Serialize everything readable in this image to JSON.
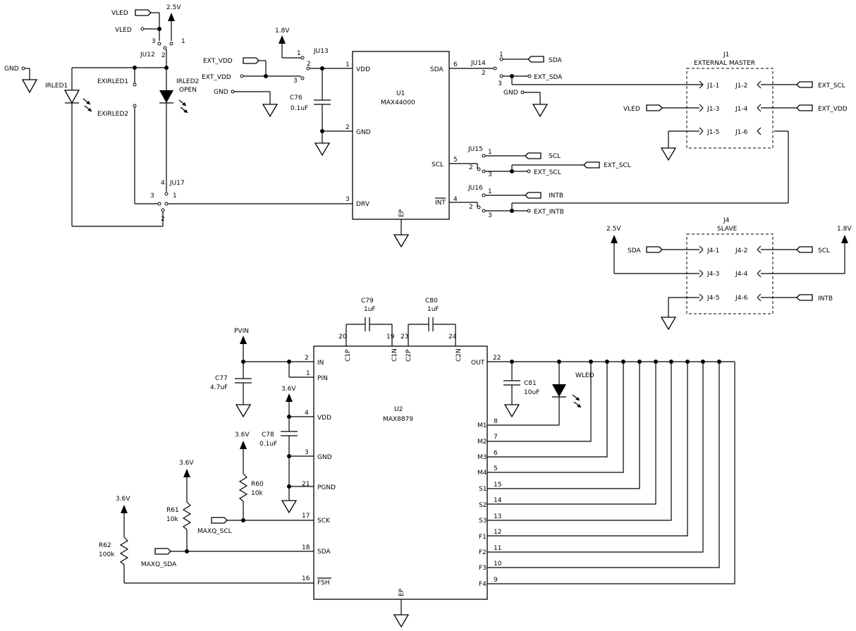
{
  "u1": {
    "ref": "U1",
    "part": "MAX44000",
    "pins": {
      "vdd": "VDD",
      "gnd": "GND",
      "drv": "DRV",
      "sda": "SDA",
      "scl": "SCL",
      "int": "INT",
      "ep": "EP"
    },
    "pin_nums": {
      "vdd": "1",
      "gnd": "2",
      "drv": "3",
      "sda": "6",
      "scl": "5",
      "int": "4"
    }
  },
  "u2": {
    "ref": "U2",
    "part": "MAX8879",
    "pins": {
      "in": "IN",
      "pin": "PIN",
      "vdd": "VDD",
      "gnd": "GND",
      "pgnd": "PGND",
      "sck": "SCK",
      "sda": "SDA",
      "fsh": "FSH",
      "c1p": "C1P",
      "c1n": "C1N",
      "c2p": "C2P",
      "c2n": "C2N",
      "out": "OUT",
      "ep": "EP",
      "m1": "M1",
      "m2": "M2",
      "m3": "M3",
      "m4": "M4",
      "s1": "S1",
      "s2": "S2",
      "s3": "S3",
      "f1": "F1",
      "f2": "F2",
      "f3": "F3",
      "f4": "F4"
    },
    "pin_nums": {
      "in": "2",
      "pin": "1",
      "vdd": "4",
      "gnd": "3",
      "pgnd": "21",
      "sck": "17",
      "sda": "18",
      "fsh": "16",
      "c1p": "20",
      "c1n": "19",
      "c2p": "23",
      "c2n": "24",
      "out": "22",
      "m1": "8",
      "m2": "7",
      "m3": "6",
      "m4": "5",
      "s1": "15",
      "s2": "14",
      "s3": "13",
      "f1": "12",
      "f2": "11",
      "f3": "10",
      "f4": "9"
    }
  },
  "caps": {
    "c76": {
      "ref": "C76",
      "val": "0.1uF"
    },
    "c77": {
      "ref": "C77",
      "val": "4.7uF"
    },
    "c78": {
      "ref": "C78",
      "val": "0.1uF"
    },
    "c79": {
      "ref": "C79",
      "val": "1uF"
    },
    "c80": {
      "ref": "C80",
      "val": "1uF"
    },
    "c81": {
      "ref": "C81",
      "val": "10uF"
    }
  },
  "resistors": {
    "r60": {
      "ref": "R60",
      "val": "10k"
    },
    "r61": {
      "ref": "R61",
      "val": "10k"
    },
    "r62": {
      "ref": "R62",
      "val": "100k"
    }
  },
  "jumpers": {
    "ju12": "JU12",
    "ju13": "JU13",
    "ju14": "JU14",
    "ju15": "JU15",
    "ju16": "JU16",
    "ju17": "JU17"
  },
  "pin_digits": {
    "one": "1",
    "two": "2",
    "three": "3",
    "four": "4"
  },
  "leds": {
    "irled1": "IRLED1",
    "irled2": "IRLED2",
    "open": "OPEN",
    "wled": "WLED"
  },
  "nets": {
    "vled": "VLED",
    "v25": "2.5V",
    "v18": "1.8V",
    "v36": "3.6V",
    "gnd": "GND",
    "ext_vdd": "EXT_VDD",
    "ext_sda": "EXT_SDA",
    "ext_scl": "EXT_SCL",
    "ext_intb": "EXT_INTB",
    "sda": "SDA",
    "scl": "SCL",
    "intb": "INTB",
    "exirled1": "EXIRLED1",
    "exirled2": "EXIRLED2",
    "pvin": "PVIN",
    "maxq_scl": "MAXQ_SCL",
    "maxq_sda": "MAXQ_SDA"
  },
  "j1": {
    "ref": "J1",
    "title": "EXTERNAL MASTER",
    "pins": [
      "J1-1",
      "J1-2",
      "J1-3",
      "J1-4",
      "J1-5",
      "J1-6"
    ]
  },
  "j4": {
    "ref": "J4",
    "title": "SLAVE",
    "pins": [
      "J4-1",
      "J4-2",
      "J4-3",
      "J4-4",
      "J4-5",
      "J4-6"
    ]
  }
}
